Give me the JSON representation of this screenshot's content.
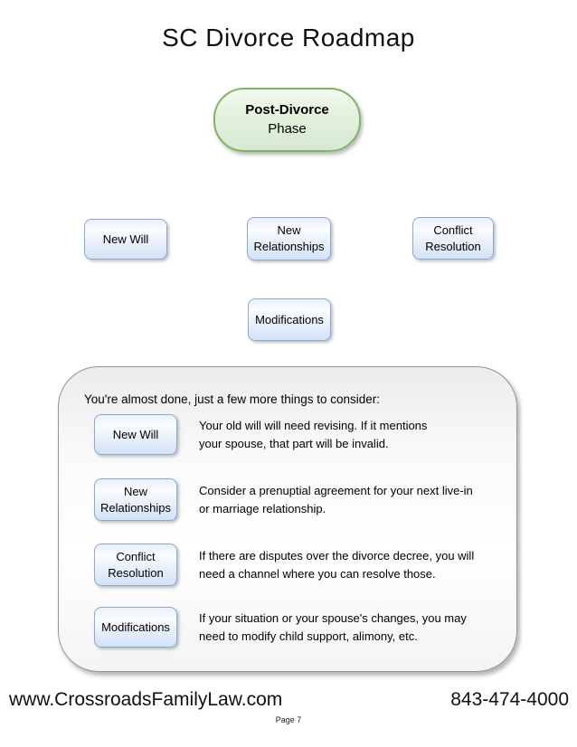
{
  "title": "SC Divorce Roadmap",
  "phase_node": {
    "line1": "Post-Divorce",
    "line2": "Phase"
  },
  "topics": {
    "new_will": "New Will",
    "new_relationships": "New Relationships",
    "conflict_resolution": "Conflict Resolution",
    "modifications": "Modifications"
  },
  "panel": {
    "heading": "You're almost done, just a few more things to consider:",
    "items": [
      {
        "label": "New Will",
        "desc_line1": "Your old will will need revising. If it mentions",
        "desc_line2": "your spouse, that part will be invalid."
      },
      {
        "label": "New Relationships",
        "desc_line1": "Consider a prenuptial agreement for your next live-in",
        "desc_line2": "or marriage relationship."
      },
      {
        "label": "Conflict Resolution",
        "desc_line1": "If there are disputes over the divorce decree, you will",
        "desc_line2": "need a channel where you can resolve those."
      },
      {
        "label": "Modifications",
        "desc_line1": "If your situation or your spouse's changes, you may",
        "desc_line2": "need to modify child support, alimony, etc."
      }
    ]
  },
  "footer": {
    "website": "www.CrossroadsFamilyLaw.com",
    "phone": "843-474-4000",
    "page_label": "Page 7"
  },
  "colors": {
    "phase_border": "#82b366",
    "phase_fill": "#d5e8d4",
    "topic_border": "#8da8c8",
    "topic_fill": "#d4e2f6",
    "panel_border": "#949494",
    "panel_fill": "#ececec",
    "text": "#000000"
  }
}
